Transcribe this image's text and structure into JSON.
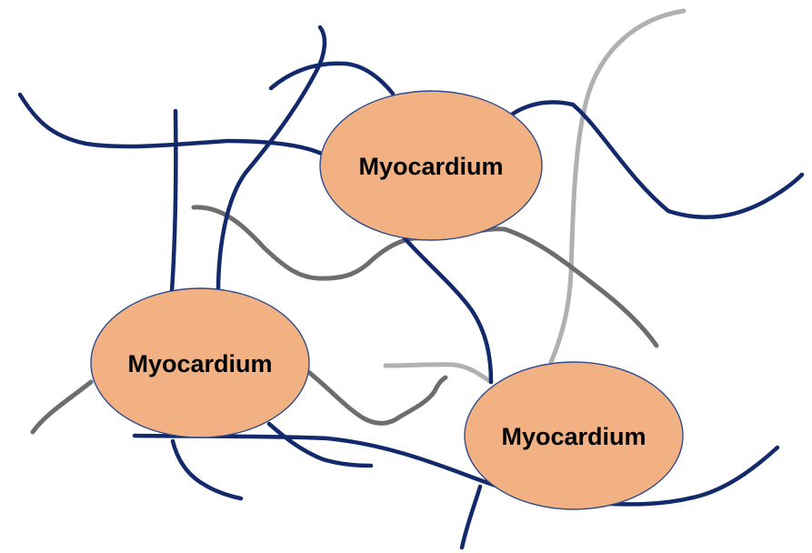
{
  "diagram": {
    "colors": {
      "cell_fill": "#f2b183",
      "cell_outline": "#2c4a8c",
      "fiber_navy": "#12296b",
      "fiber_dark_gray": "#6d6d6d",
      "fiber_light_gray": "#b0b0b0",
      "background": "#ffffff"
    },
    "cells": [
      {
        "label": "Myocardium"
      },
      {
        "label": "Myocardium"
      },
      {
        "label": "Myocardium"
      }
    ]
  }
}
